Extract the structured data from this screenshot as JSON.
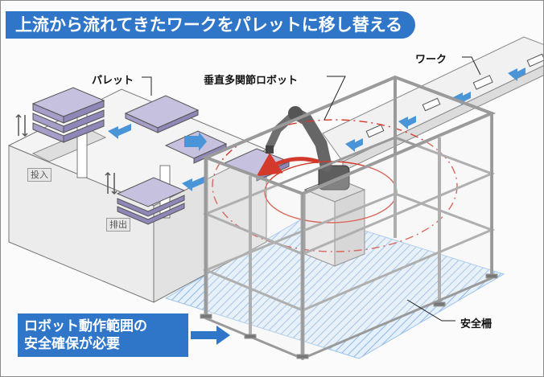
{
  "title": "上流から流れてきたワークをパレットに移し替える",
  "labels": {
    "work": "ワーク",
    "pallet": "パレット",
    "robot": "垂直多関節ロボット",
    "fence": "安全柵"
  },
  "tags": {
    "input": "投入",
    "output": "排出"
  },
  "callout": {
    "line1": "ロボット動作範囲の",
    "line2": "安全確保が必要"
  },
  "colors": {
    "accent_blue": "#2f76c9",
    "arrow_blue": "#4a94d8",
    "robot_arm": "#6b6b6b",
    "pallet_purple": "#b7b1d4",
    "range_red": "#d33a2c",
    "hatch_blue": "#9ec3ea"
  }
}
